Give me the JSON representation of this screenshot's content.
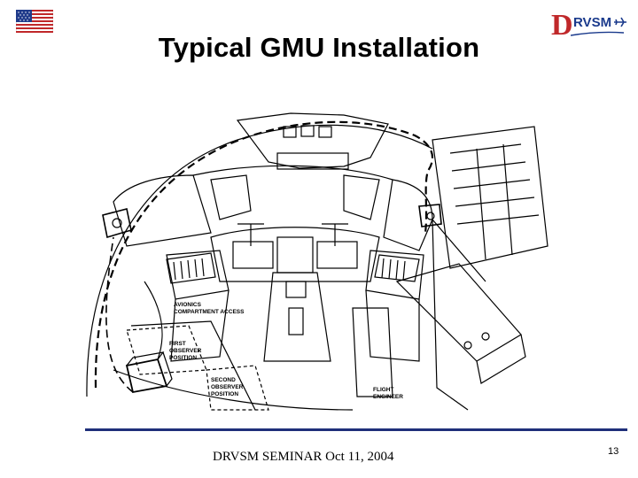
{
  "slide": {
    "title": "Typical GMU Installation",
    "footer": "DRVSM SEMINAR  Oct 11, 2004",
    "page_number": "13"
  },
  "logo": {
    "letter": "D",
    "text": "RVSM"
  },
  "flag": {
    "icon": "us-flag-icon"
  },
  "diagram": {
    "labels": {
      "avionics_line1": "AVIONICS",
      "avionics_line2": "COMPARTMENT ACCESS",
      "first_line1": "FIRST",
      "first_line2": "OBSERVER",
      "first_line3": "POSITION",
      "second_line1": "SECOND",
      "second_line2": "OBSERVER",
      "second_line3": "POSITION",
      "flight_line1": "FLIGHT",
      "flight_line2": "ENGINEER"
    }
  },
  "colors": {
    "flag_red": "#c0282a",
    "flag_blue": "#1f3a8a",
    "logo_red": "#c0282a",
    "logo_blue": "#1a3a8c",
    "rule": "#1f2f7a"
  }
}
